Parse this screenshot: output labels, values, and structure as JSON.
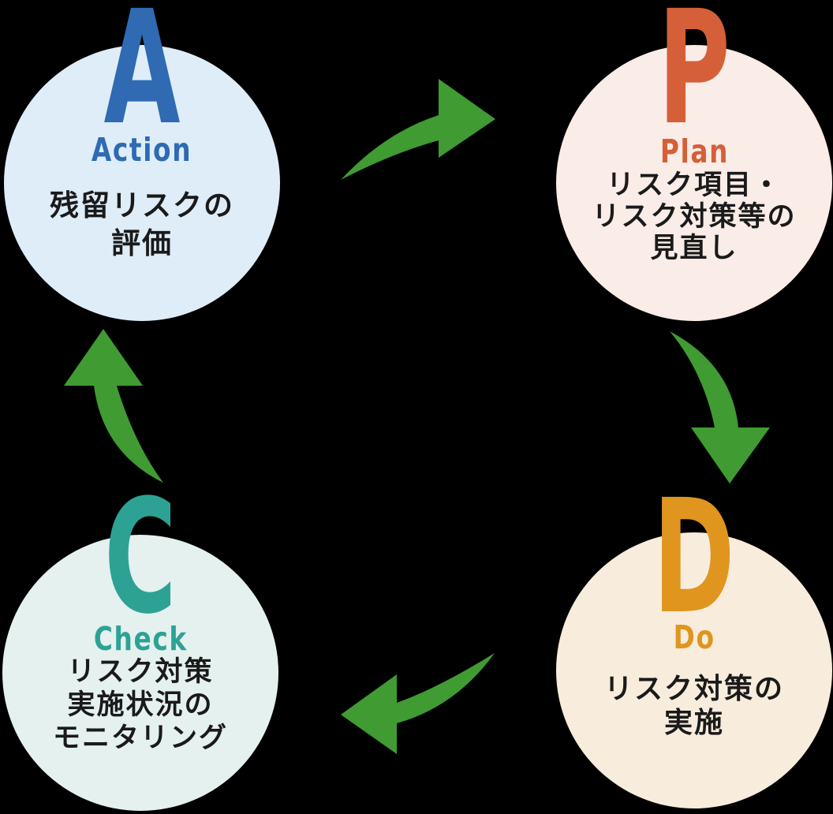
{
  "colors": {
    "background": "#000000",
    "arrow": "#3f9b32",
    "text": "#1a1a1a"
  },
  "nodes": {
    "action": {
      "letter": "A",
      "label": "Action",
      "accent": "#2f6ab3",
      "fill": "#deedf8",
      "lines": [
        "残留リスクの",
        "評価"
      ]
    },
    "plan": {
      "letter": "P",
      "label": "Plan",
      "accent": "#d55f38",
      "fill": "#faece7",
      "lines": [
        "リスク項目・",
        "リスク対策等の",
        "見直し"
      ]
    },
    "do": {
      "letter": "D",
      "label": "Do",
      "accent": "#e0951e",
      "fill": "#f8ecdc",
      "lines": [
        "リスク対策の",
        "実施"
      ]
    },
    "check": {
      "letter": "C",
      "label": "Check",
      "accent": "#2da294",
      "fill": "#e4f1ef",
      "lines": [
        "リスク対策",
        "実施状況の",
        "モニタリング"
      ]
    }
  }
}
